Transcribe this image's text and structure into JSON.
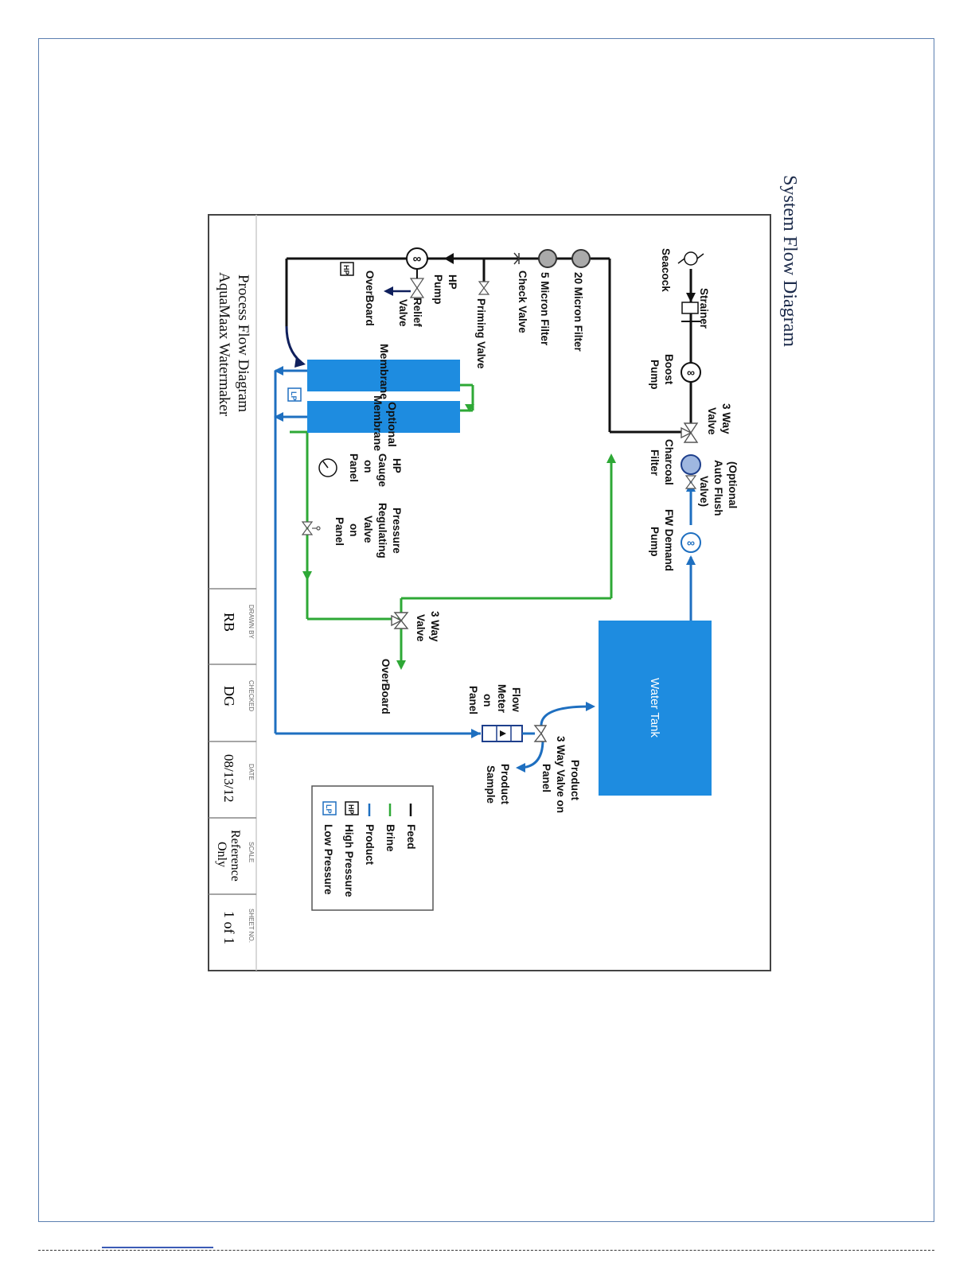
{
  "page": {
    "title": "System Flow Diagram"
  },
  "colors": {
    "feed": "#111111",
    "brine": "#2ea836",
    "product": "#1e6fc0",
    "membrane_fill": "#1e8ce0",
    "hp_line": "#0f1f5c"
  },
  "components": {
    "seacock": "Seacock",
    "strainer": "Strainer",
    "boost_pump": [
      "Boost",
      "Pump"
    ],
    "three_way_valve_top": [
      "3 Way",
      "Valve"
    ],
    "auto_flush": [
      "(Optional",
      "Auto Flush",
      "Valve)"
    ],
    "charcoal_filter": [
      "Charcoal",
      "Filter"
    ],
    "fw_demand_pump": [
      "FW Demand",
      "Pump"
    ],
    "micron_20": "20 Micron Filter",
    "micron_5": "5 Micron Filter",
    "check_valve": "Check Valve",
    "priming_valve": "Priming Valve",
    "hp_pump": [
      "HP",
      "Pump"
    ],
    "relief_valve": [
      "Relief",
      "Valve"
    ],
    "overboard_relief": "OverBoard",
    "membrane": "Membrane",
    "optional_membrane": [
      "Optional",
      "Membrane"
    ],
    "hp_gauge": [
      "HP",
      "Gauge",
      "on",
      "Panel"
    ],
    "pressure_valve": [
      "Pressure",
      "Regulating",
      "Valve",
      "on",
      "Panel"
    ],
    "three_way_valve_bottom": [
      "3 Way",
      "Valve"
    ],
    "overboard_brine": "OverBoard",
    "water_tank": "Water Tank",
    "flow_meter": [
      "Flow",
      "Meter",
      "on",
      "Panel"
    ],
    "product_valve": [
      "Product",
      "3 Way Valve on",
      "Panel"
    ],
    "product_sample": [
      "Product",
      "Sample"
    ],
    "hp_badge": "HP",
    "lp_badge": "LP"
  },
  "legend": {
    "items": [
      {
        "label": "Feed",
        "color": "#111111",
        "kind": "line"
      },
      {
        "label": "Brine",
        "color": "#2ea836",
        "kind": "line"
      },
      {
        "label": "Product",
        "color": "#1e6fc0",
        "kind": "line"
      },
      {
        "label": "High Pressure",
        "badge": "HP",
        "kind": "badge"
      },
      {
        "label": "Low Pressure",
        "badge": "LP",
        "kind": "badge"
      }
    ]
  },
  "title_block": {
    "title_line1": "Process Flow Diagram",
    "title_line2": "AquaMaax Watermaker",
    "fields": [
      {
        "caption": "DRAWN BY",
        "value": "RB"
      },
      {
        "caption": "CHECKED",
        "value": "DG"
      },
      {
        "caption": "DATE",
        "value": "08/13/12"
      },
      {
        "caption": "SCALE",
        "value": "Reference",
        "value2": "Only"
      },
      {
        "caption": "SHEET NO.",
        "value": "1 of 1"
      }
    ]
  }
}
